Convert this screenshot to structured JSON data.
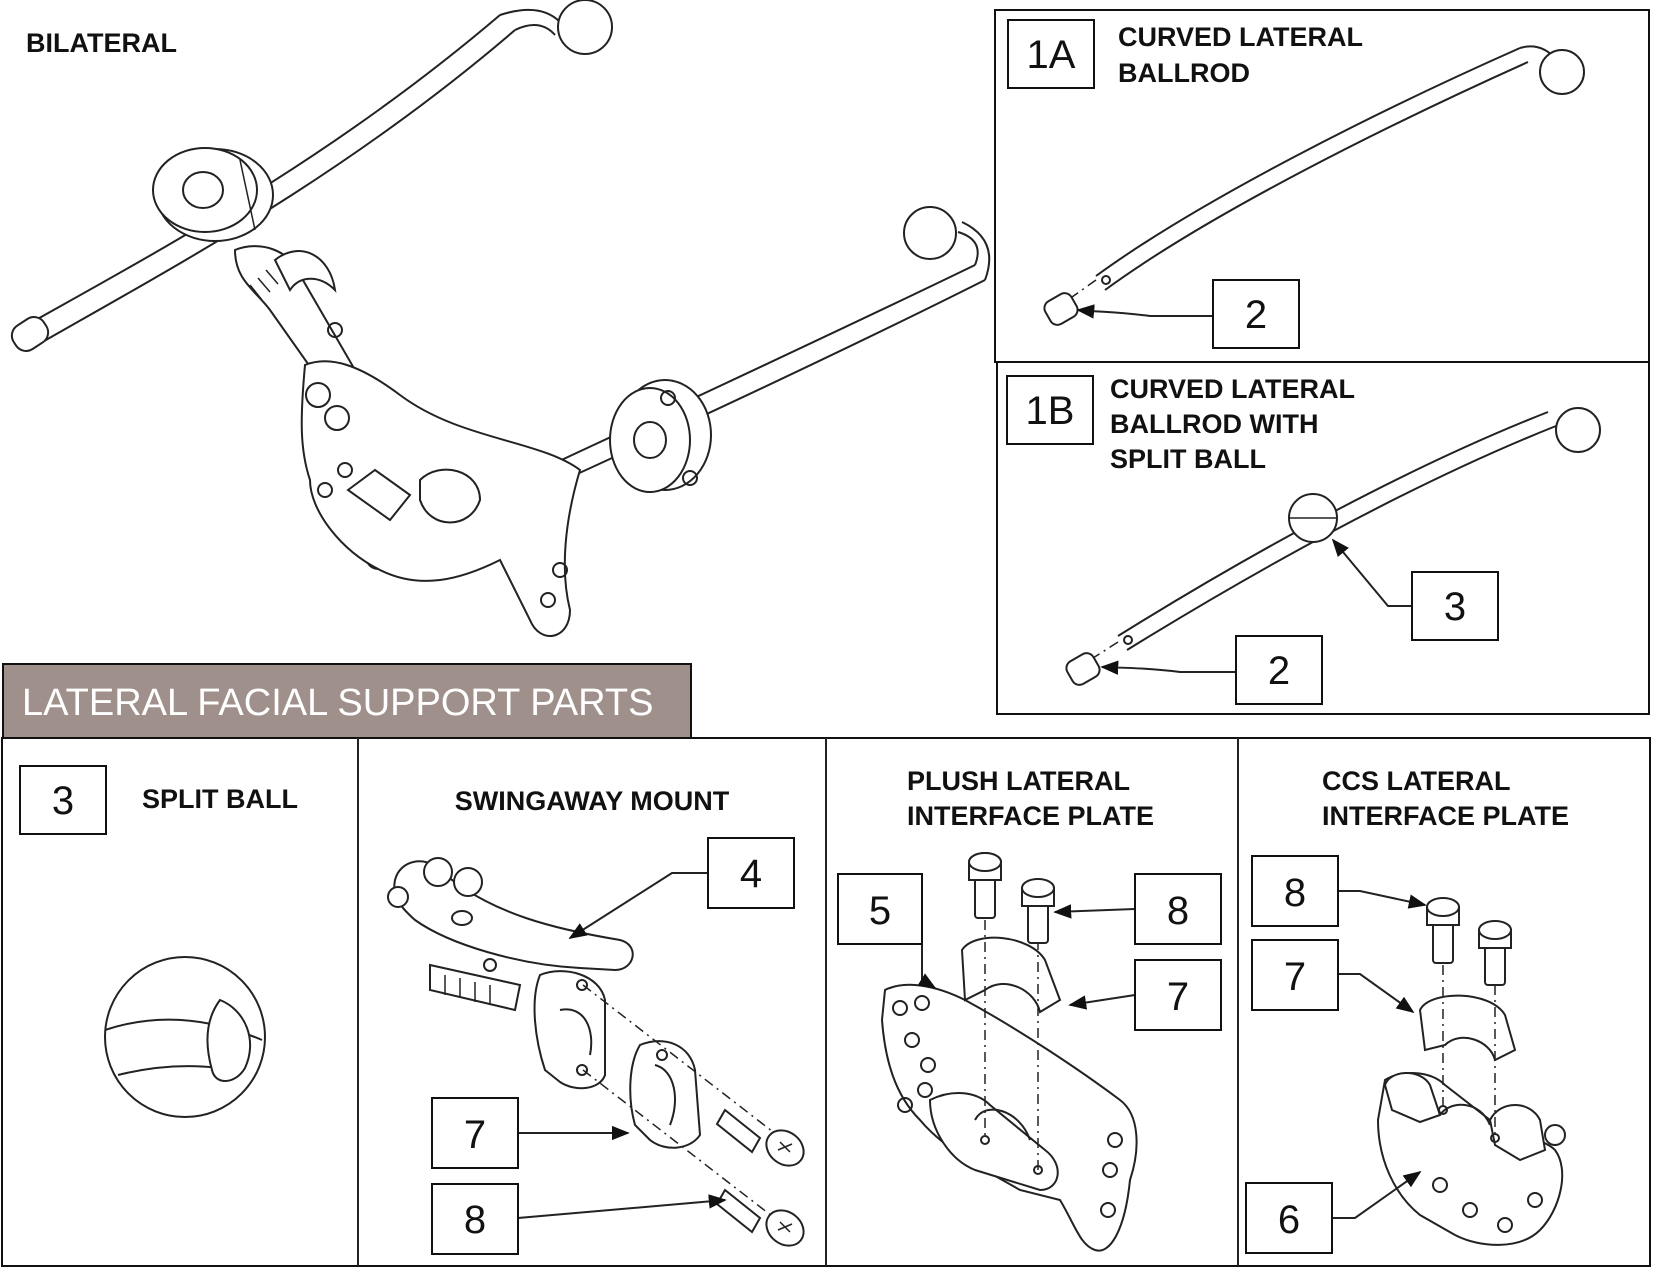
{
  "bilateral": {
    "title": "BILATERAL"
  },
  "panel_1a": {
    "number": "1A",
    "title_line1": "CURVED LATERAL",
    "title_line2": "BALLROD",
    "callout": "2"
  },
  "panel_1b": {
    "number": "1B",
    "title_line1": "CURVED LATERAL",
    "title_line2": "BALLROD WITH",
    "title_line3": "SPLIT BALL",
    "callout_ball": "3",
    "callout_cap": "2"
  },
  "parts_header": {
    "label": "LATERAL FACIAL SUPPORT PARTS",
    "color": "#a0908b"
  },
  "parts": {
    "split_ball": {
      "number": "3",
      "title": "SPLIT BALL"
    },
    "swingaway": {
      "title": "SWINGAWAY MOUNT",
      "callouts": [
        "4",
        "7",
        "8"
      ]
    },
    "plush": {
      "title_line1": "PLUSH LATERAL",
      "title_line2": "INTERFACE PLATE",
      "callouts": [
        "5",
        "8",
        "7"
      ]
    },
    "ccs": {
      "title_line1": "CCS LATERAL",
      "title_line2": "INTERFACE PLATE",
      "callouts": [
        "8",
        "7",
        "6"
      ]
    }
  }
}
